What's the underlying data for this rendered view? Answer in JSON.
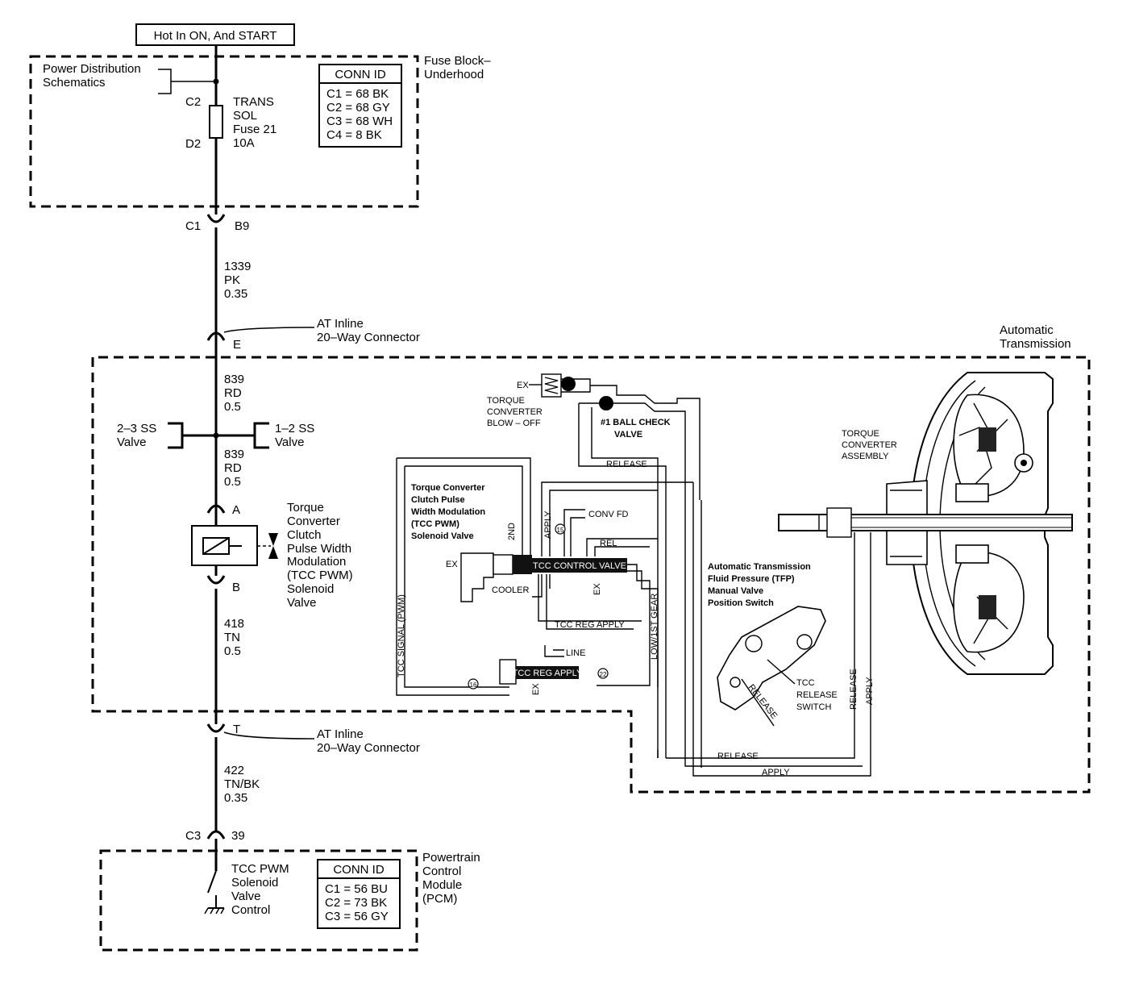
{
  "header": {
    "title": "Hot In ON, And START"
  },
  "fuse_block": {
    "label_line1": "Fuse Block–",
    "label_line2": "Underhood",
    "power_dist_line1": "Power Distribution",
    "power_dist_line2": "Schematics",
    "fuse_line1": "TRANS",
    "fuse_line2": "SOL",
    "fuse_line3": "Fuse 21",
    "fuse_line4": "10A",
    "pin_top": "C2",
    "pin_bottom": "D2",
    "conn_id": {
      "heading": "CONN ID",
      "rows": [
        "C1 = 68 BK",
        "C2 = 68 GY",
        "C3 = 68 WH",
        "C4 = 8 BK"
      ]
    }
  },
  "connector_c1": {
    "left": "C1",
    "right": "B9"
  },
  "wire_1339": {
    "circuit": "1339",
    "color": "PK",
    "gauge": "0.35"
  },
  "inline_top": {
    "pin": "E",
    "line1": "AT Inline",
    "line2": "20–Way Connector"
  },
  "transmission": {
    "line1": "Automatic",
    "line2": "Transmission"
  },
  "wire_839a": {
    "circuit": "839",
    "color": "RD",
    "gauge": "0.5"
  },
  "wire_839b": {
    "circuit": "839",
    "color": "RD",
    "gauge": "0.5"
  },
  "ss_23": {
    "line1": "2–3 SS",
    "line2": "Valve"
  },
  "ss_12": {
    "line1": "1–2 SS",
    "line2": "Valve"
  },
  "solenoid": {
    "pin_a": "A",
    "pin_b": "B",
    "lines": [
      "Torque",
      "Converter",
      "Clutch",
      "Pulse Width",
      "Modulation",
      "(TCC PWM)",
      "Solenoid",
      "Valve"
    ]
  },
  "wire_418": {
    "circuit": "418",
    "color": "TN",
    "gauge": "0.5"
  },
  "inline_bottom": {
    "pin": "T",
    "line1": "AT Inline",
    "line2": "20–Way Connector"
  },
  "wire_422": {
    "circuit": "422",
    "color": "TN/BK",
    "gauge": "0.35"
  },
  "connector_c3": {
    "left": "C3",
    "right": "39"
  },
  "pcm": {
    "label_lines": [
      "Powertrain",
      "Control",
      "Module",
      "(PCM)"
    ],
    "control_lines": [
      "TCC PWM",
      "Solenoid",
      "Valve",
      "Control"
    ],
    "conn_id": {
      "heading": "CONN ID",
      "rows": [
        "C1 = 56 BU",
        "C2 = 73 BK",
        "C3 = 56 GY"
      ]
    }
  },
  "hydraulic": {
    "ex_top": "EX",
    "blowoff": [
      "TORQUE",
      "CONVERTER",
      "BLOW – OFF"
    ],
    "ball_check": [
      "#1 BALL CHECK",
      "VALVE"
    ],
    "release_top": "RELEASE",
    "tcc_pwm_title": [
      "Torque Converter",
      "Clutch Pulse",
      "Width Modulation",
      "(TCC PWM)",
      "Solenoid Valve"
    ],
    "tcc_signal": "TCC SIGNAL (PWM)",
    "apply_vert": "APPLY",
    "second": "2ND",
    "conv_fd": "CONV FD",
    "rel": "REL",
    "ex_left": "EX",
    "tcc_control_valve": "TCC CONTROL VALVE",
    "cooler": "COOLER",
    "ex_mid": "EX",
    "low_1st": "LOW/1ST GEAR",
    "tcc_reg_apply_top": "TCC REG APPLY",
    "line": "LINE",
    "tcc_reg_apply_valve": "TCC REG APPLY",
    "ex_bottom": "EX",
    "num_16": "16",
    "num_15": "15",
    "num_22": "22",
    "release_bottom": "RELEASE",
    "apply_bottom": "APPLY",
    "release_vert": "RELEASE",
    "apply_vert2": "APPLY",
    "release_diag": "RELEASE",
    "tfp_title": [
      "Automatic Transmission",
      "Fluid Pressure (TFP)",
      "Manual Valve",
      "Position Switch"
    ],
    "tcc_release_switch": [
      "TCC",
      "RELEASE",
      "SWITCH"
    ],
    "torque_converter_assy": [
      "TORQUE",
      "CONVERTER",
      "ASSEMBLY"
    ]
  }
}
